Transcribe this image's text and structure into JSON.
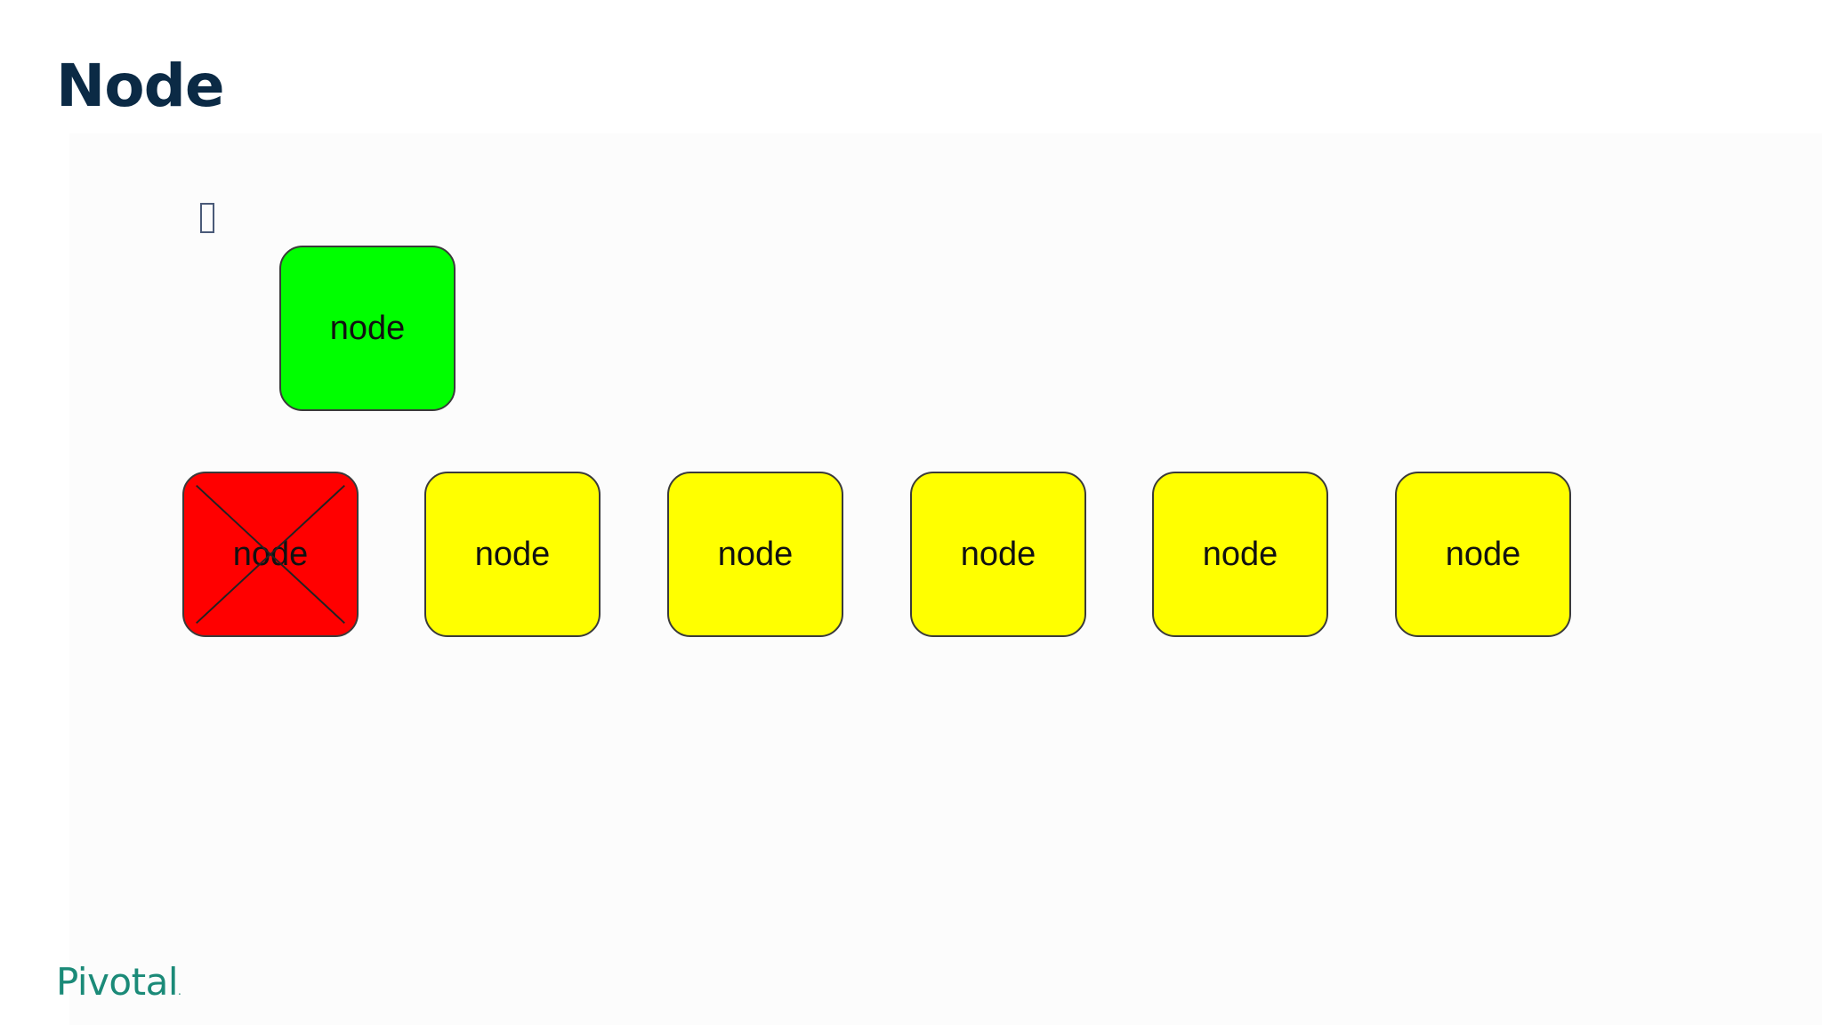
{
  "slide": {
    "title": "Node",
    "logo_text": "Pivotal",
    "logo_mark": "."
  },
  "diagram": {
    "master_node": {
      "label": "node",
      "color": "#00ff00",
      "status": "active"
    },
    "nodes": [
      {
        "label": "node",
        "color": "#ff0000",
        "status": "failed"
      },
      {
        "label": "node",
        "color": "#ffff00",
        "status": "ok"
      },
      {
        "label": "node",
        "color": "#ffff00",
        "status": "ok"
      },
      {
        "label": "node",
        "color": "#ffff00",
        "status": "ok"
      },
      {
        "label": "node",
        "color": "#ffff00",
        "status": "ok"
      },
      {
        "label": "node",
        "color": "#ffff00",
        "status": "ok"
      }
    ]
  },
  "colors": {
    "title": "#0b2a45",
    "logo": "#1b8a78",
    "green": "#00ff00",
    "red": "#ff0000",
    "yellow": "#ffff00"
  },
  "icons": {
    "bullet": "empty-box-glyph",
    "failed_marker": "cross-x-icon"
  }
}
